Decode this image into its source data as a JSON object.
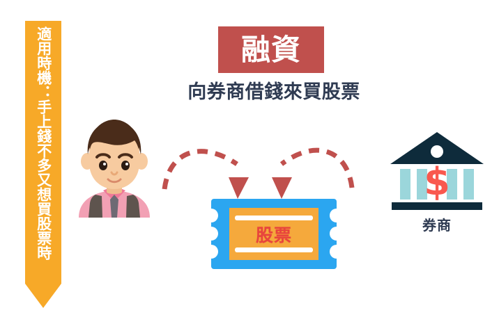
{
  "banner": {
    "text": "適用時機：手上錢不多又想買股票時",
    "color": "#F7A928"
  },
  "title": {
    "label": "融資",
    "box_color": "#C0504D",
    "text_color": "#FFFFFF"
  },
  "subtitle": {
    "text": "向券商借錢來買股票",
    "color": "#2F3B52"
  },
  "person": {
    "name": "investor-avatar",
    "hair_color": "#4A2C1A",
    "skin_color": "#F7CBA0",
    "shirt_color": "#F2A0B4",
    "vest_color": "#5E544E"
  },
  "arrows": {
    "color": "#C0504D",
    "left_arrow": "borrow-money-arrow",
    "right_arrow": "buy-stock-arrow"
  },
  "ticket": {
    "label": "股票",
    "border_color": "#2BA6F0",
    "fill_color": "#F5A93C",
    "text_color": "#E8453C"
  },
  "bank": {
    "label": "券商",
    "roof_color": "#0E2B3B",
    "column_color": "#9BD6DB",
    "dollar_color": "#F9584E",
    "dollar_symbol": "$"
  }
}
